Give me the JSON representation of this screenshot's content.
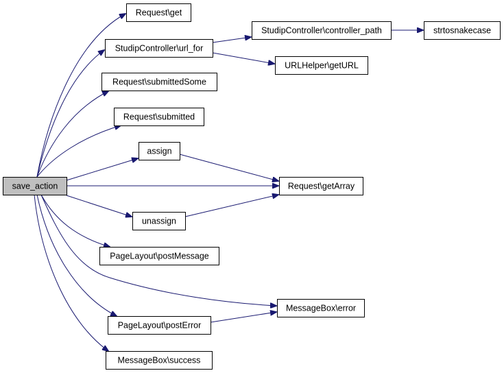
{
  "graph": {
    "root": "save_action",
    "nodes": [
      {
        "id": "save_action",
        "label": "save_action",
        "root": true
      },
      {
        "id": "req_get",
        "label": "Request\\get"
      },
      {
        "id": "url_for",
        "label": "StudipController\\url_for"
      },
      {
        "id": "controller_path",
        "label": "StudipController\\controller_path"
      },
      {
        "id": "strtosnakecase",
        "label": "strtosnakecase"
      },
      {
        "id": "geturl",
        "label": "URLHelper\\getURL"
      },
      {
        "id": "submittedsome",
        "label": "Request\\submittedSome"
      },
      {
        "id": "submitted",
        "label": "Request\\submitted"
      },
      {
        "id": "assign",
        "label": "assign"
      },
      {
        "id": "getarray",
        "label": "Request\\getArray"
      },
      {
        "id": "unassign",
        "label": "unassign"
      },
      {
        "id": "postmessage",
        "label": "PageLayout\\postMessage"
      },
      {
        "id": "mb_error",
        "label": "MessageBox\\error"
      },
      {
        "id": "posterror",
        "label": "PageLayout\\postError"
      },
      {
        "id": "mb_success",
        "label": "MessageBox\\success"
      }
    ],
    "edges": [
      {
        "from": "save_action",
        "to": "req_get"
      },
      {
        "from": "save_action",
        "to": "url_for"
      },
      {
        "from": "url_for",
        "to": "controller_path"
      },
      {
        "from": "controller_path",
        "to": "strtosnakecase"
      },
      {
        "from": "url_for",
        "to": "geturl"
      },
      {
        "from": "save_action",
        "to": "submittedsome"
      },
      {
        "from": "save_action",
        "to": "submitted"
      },
      {
        "from": "save_action",
        "to": "assign"
      },
      {
        "from": "assign",
        "to": "getarray"
      },
      {
        "from": "save_action",
        "to": "getarray"
      },
      {
        "from": "save_action",
        "to": "unassign"
      },
      {
        "from": "unassign",
        "to": "getarray"
      },
      {
        "from": "save_action",
        "to": "postmessage"
      },
      {
        "from": "save_action",
        "to": "mb_error"
      },
      {
        "from": "save_action",
        "to": "posterror"
      },
      {
        "from": "posterror",
        "to": "mb_error"
      },
      {
        "from": "save_action",
        "to": "mb_success"
      }
    ],
    "colors": {
      "edge": "#191970",
      "node_fill": "#ffffff",
      "root_fill": "#bfbfbf",
      "node_border": "#000000"
    }
  }
}
